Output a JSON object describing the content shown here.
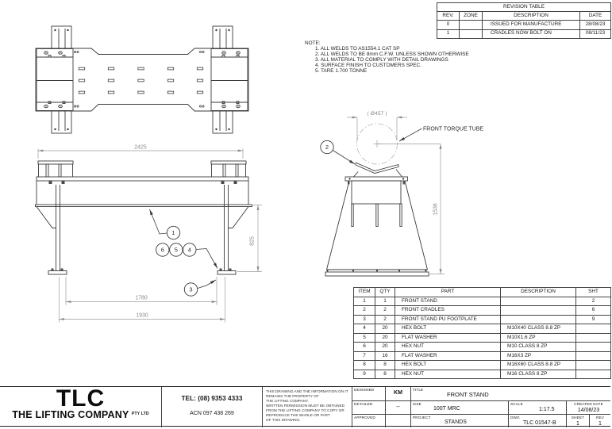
{
  "revision_table": {
    "title": "REVISION TABLE",
    "headers": [
      "REV.",
      "ZONE",
      "DESCRIPTION",
      "DATE"
    ],
    "rows": [
      [
        "0",
        "",
        "ISSUED FOR MANUFACTURE",
        "28/08/23"
      ],
      [
        "1",
        "",
        "CRADLES NOW BOLT ON",
        "08/11/23"
      ]
    ]
  },
  "notes": {
    "label": "NOTE:",
    "items": [
      "1. ALL WELDS TO AS1554.1 CAT SP",
      "2. ALL WELDS TO BE 8mm C.F.W. UNLESS SHOWN OTHERWISE",
      "3. ALL MATERIAL TO COMPLY WITH DETAIL DRAWINGS",
      "4. SURFACE FINISH TO CUSTOMERS SPEC.",
      "5. TARE 1.700 TONNE"
    ]
  },
  "drawing": {
    "dims": {
      "front_width": "2425",
      "front_height": "825",
      "holes_span": "1780",
      "feet_span": "1930",
      "tube_dia": "( Ø457 )",
      "side_height": "1536"
    },
    "labels": {
      "front_torque_tube": "FRONT TORQUE TUBE"
    },
    "balloons": [
      "1",
      "2",
      "3",
      "4",
      "5",
      "6"
    ]
  },
  "parts_table": {
    "headers": [
      "ITEM",
      "QTY",
      "PART",
      "DESCRIPTION",
      "SHT"
    ],
    "rows": [
      [
        "1",
        "1",
        "FRONT STAND",
        "",
        "2"
      ],
      [
        "2",
        "2",
        "FRONT CRADLES",
        "",
        "6"
      ],
      [
        "3",
        "2",
        "FRONT STAND PU FOOTPLATE",
        "",
        "9"
      ],
      [
        "4",
        "20",
        "HEX BOLT",
        "M10X40 CLASS 8.8 ZP",
        ""
      ],
      [
        "5",
        "20",
        "FLAT WASHER",
        "M10X1.6 ZP",
        ""
      ],
      [
        "6",
        "20",
        "HEX NUT",
        "M10 CLASS 8 ZP",
        ""
      ],
      [
        "7",
        "16",
        "FLAT WASHER",
        "M16X3 ZP",
        ""
      ],
      [
        "8",
        "8",
        "HEX BOLT",
        "M16X60 CLASS 8.8 ZP",
        ""
      ],
      [
        "9",
        "8",
        "HEX NUT",
        "M16 CLASS 8 ZP",
        ""
      ]
    ]
  },
  "title_block": {
    "logo": "TLC",
    "company": "THE LIFTING COMPANY",
    "company_suffix": "PTY LTD",
    "tel": "TEL: (08) 9353 4333",
    "acn": "ACN 097 438 269",
    "legal": [
      "THIS DRAWING AND THE INFORMATION ON IT",
      "REMAINS THE PROPERTY OF",
      "THE LIFTING COMPANY.",
      "WRITTEN PERMISSION MUST BE OBTAINED",
      "FROM THE LIFTING COMPANY TO COPY OR",
      "REPRODUCE THE WHOLE OR PART",
      "OF THIS DRAWING."
    ],
    "designed_label": "DESIGNED",
    "designed": "KM",
    "detailed_label": "DETAILED",
    "detailed": "--",
    "approved_label": "APPROVED",
    "approved": "",
    "title_label": "TITLE",
    "title": "FRONT STAND",
    "size_label": "SIZE",
    "size": "100T MRC",
    "project_label": "PROJECT",
    "project": "STANDS",
    "scale_label": "SCALE",
    "scale": "1:17.5",
    "created_label": "CREATED DATE",
    "created": "14/08/23",
    "dwg_label": "DWG",
    "dwg": "TLC 01547-B",
    "sheet_label": "SHEET",
    "sheet": "1",
    "rev_label": "REV",
    "rev": "1"
  }
}
